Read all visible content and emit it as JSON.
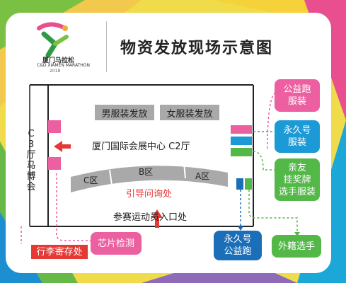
{
  "logo": {
    "name_cn": "厦门马拉松",
    "name_en": "C&D XIAMEN MARATHON",
    "year": "2018"
  },
  "title": "物资发放现场示意图",
  "venue": {
    "hall": "厦门国际会展中心 C2厅",
    "side_hall": "C\n3\n厅\n马\n博\n会",
    "entrance": "参赛运动员入口处",
    "info_desk": "引导问询处"
  },
  "distribution": {
    "male": "男服装发放",
    "female": "女服装发放"
  },
  "zones": [
    "C区",
    "B区",
    "A区"
  ],
  "boxes": {
    "charity_clothing": "公益跑\n服装",
    "permanent_clothing": "永久号\n服装",
    "family_clothing": "亲友\n挂奖牌\n选手服装",
    "chip_check": "芯片检测",
    "luggage": "行李寄存处",
    "permanent_charity": "永久号\n公益跑",
    "foreign": "外籍选手"
  },
  "colors": {
    "pink": "#ec5fa0",
    "blue": "#1c9ad6",
    "green": "#53b848",
    "dark_blue": "#1b6fb8",
    "red": "#e53935",
    "gray": "#a9a9a9"
  }
}
